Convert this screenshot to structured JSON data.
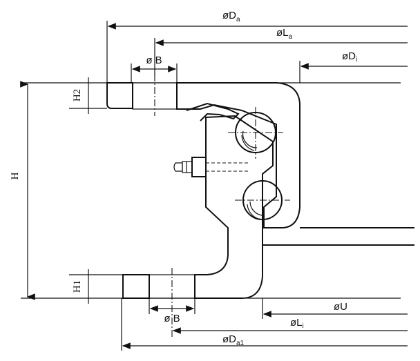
{
  "labels": {
    "da": {
      "prefix": "øD",
      "sub": "a"
    },
    "la": {
      "prefix": "øL",
      "sub": "a"
    },
    "di": {
      "prefix": "øD",
      "sub": "i"
    },
    "b_top": "ø B",
    "b_bottom": "ø B",
    "u": "øU",
    "li": {
      "prefix": "øL",
      "sub": "i"
    },
    "da1": {
      "prefix": "øD",
      "sub": "a1"
    },
    "h": "H",
    "h1": "H1",
    "h2": "H2"
  }
}
